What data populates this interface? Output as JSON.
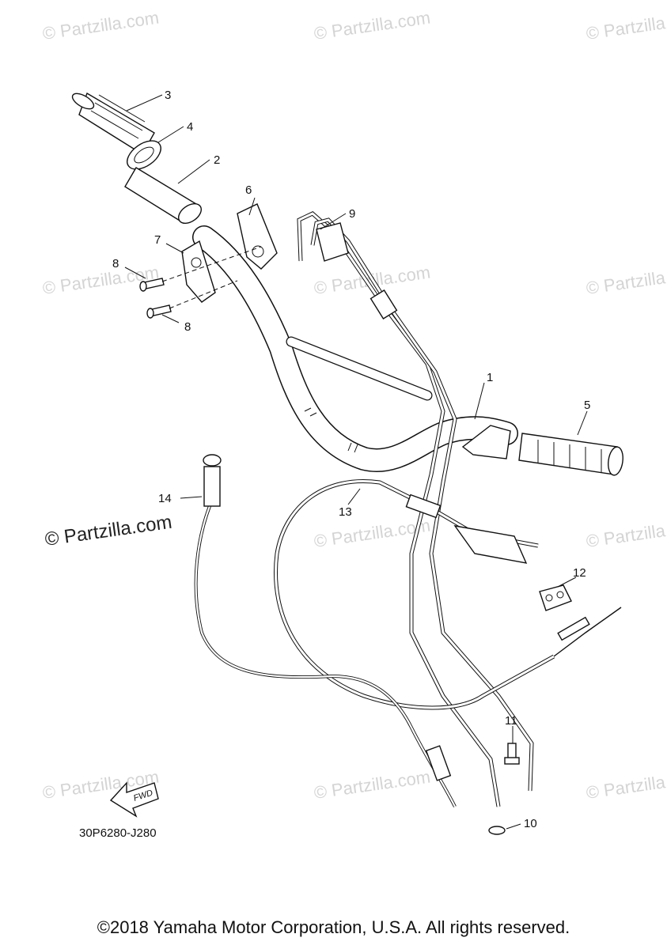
{
  "watermarks": {
    "small": "© Partzilla.com",
    "large": "© Partzilla.com"
  },
  "callouts": [
    "1",
    "2",
    "3",
    "4",
    "5",
    "6",
    "7",
    "8",
    "8",
    "9",
    "10",
    "11",
    "12",
    "13",
    "14"
  ],
  "fwd_label": "FWD",
  "diagram_code": "30P6280-J280",
  "copyright": "©2018 Yamaha Motor Corporation, U.S.A. All rights reserved."
}
